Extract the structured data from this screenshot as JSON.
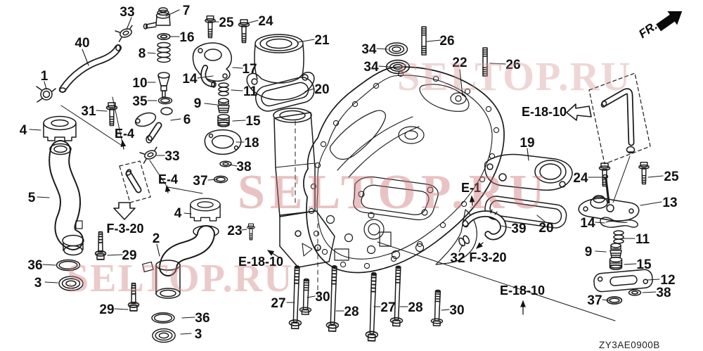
{
  "page": {
    "background": "#ffffff",
    "line_color": "#1a1a1a",
    "label_color": "#111111",
    "watermark_color": "#cc8080"
  },
  "orientation": {
    "fr_label": "FR."
  },
  "footer": {
    "diagram_code": "ZY3AE0900B"
  },
  "icons": {
    "fr_arrow": "solid-arrow-up-right",
    "reference_pointer": "small-arrow",
    "reference_block_arrow": "hollow-block-arrow"
  },
  "watermarks": [
    {
      "text": "SELTOP.RU",
      "position": "top-right"
    },
    {
      "text": "SELTOP.RU",
      "position": "center"
    },
    {
      "text": "SELTOP.RU",
      "position": "bottom-left"
    }
  ],
  "references": [
    {
      "text": "E-4"
    },
    {
      "text": "E-4"
    },
    {
      "text": "F-3-20"
    },
    {
      "text": "E-18-10"
    },
    {
      "text": "E-1"
    },
    {
      "text": "E-18-10"
    },
    {
      "text": "F-3-20"
    },
    {
      "text": "E-18-10"
    }
  ],
  "callouts": [
    {
      "text": "33"
    },
    {
      "text": "7"
    },
    {
      "text": "16"
    },
    {
      "text": "40"
    },
    {
      "text": "8"
    },
    {
      "text": "25"
    },
    {
      "text": "24"
    },
    {
      "text": "21"
    },
    {
      "text": "17"
    },
    {
      "text": "1"
    },
    {
      "text": "10"
    },
    {
      "text": "14"
    },
    {
      "text": "11"
    },
    {
      "text": "9"
    },
    {
      "text": "35"
    },
    {
      "text": "15"
    },
    {
      "text": "6"
    },
    {
      "text": "18"
    },
    {
      "text": "31"
    },
    {
      "text": "4"
    },
    {
      "text": "33"
    },
    {
      "text": "38"
    },
    {
      "text": "37"
    },
    {
      "text": "5"
    },
    {
      "text": "23"
    },
    {
      "text": "2"
    },
    {
      "text": "4"
    },
    {
      "text": "29"
    },
    {
      "text": "36"
    },
    {
      "text": "3"
    },
    {
      "text": "29"
    },
    {
      "text": "36"
    },
    {
      "text": "3"
    },
    {
      "text": "34"
    },
    {
      "text": "34"
    },
    {
      "text": "26"
    },
    {
      "text": "22"
    },
    {
      "text": "26"
    },
    {
      "text": "20"
    },
    {
      "text": "19"
    },
    {
      "text": "20"
    },
    {
      "text": "39"
    },
    {
      "text": "24"
    },
    {
      "text": "25"
    },
    {
      "text": "13"
    },
    {
      "text": "14"
    },
    {
      "text": "11"
    },
    {
      "text": "9"
    },
    {
      "text": "15"
    },
    {
      "text": "12"
    },
    {
      "text": "38"
    },
    {
      "text": "37"
    },
    {
      "text": "27"
    },
    {
      "text": "30"
    },
    {
      "text": "28"
    },
    {
      "text": "27"
    },
    {
      "text": "28"
    },
    {
      "text": "30"
    },
    {
      "text": "32"
    }
  ]
}
